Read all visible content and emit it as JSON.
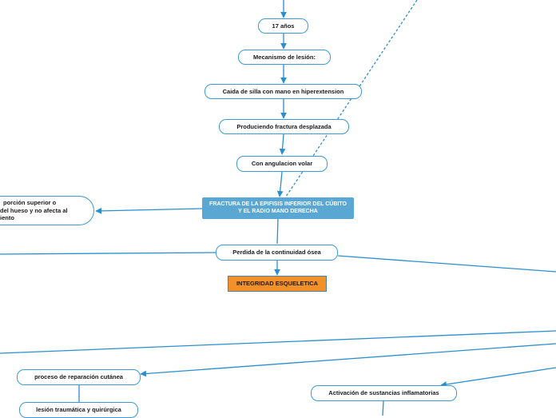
{
  "colors": {
    "connector": "#2a8fd0",
    "node_border": "#3d9ad6",
    "main_fill": "#5aa7d4",
    "orange_fill": "#f2902a"
  },
  "nodes": {
    "age": "17 años",
    "mechanism": "Mecanismo de lesión:",
    "fall": "Caida de silla con mano en hiperextension",
    "displaced": "Produciendo fractura desplazada",
    "angulation": "Con angulacion volar",
    "main_fracture": "FRACTURA DE LA EPIFISIS INFERIOR DEL CÚBITO Y EL RADIO MANO DERECHA",
    "left_clipped_lines": [
      "porción superior o",
      "del hueso y no afecta al",
      "iento"
    ],
    "continuity": "Perdida de la continuidad ósea",
    "integrity": "INTEGRIDAD ESQUELETICA",
    "repair": "proceso de reparación  cutánea",
    "lesion": "lesión traumática y quirúrgica",
    "activation": "Activación de sustancias inflamatorias"
  }
}
